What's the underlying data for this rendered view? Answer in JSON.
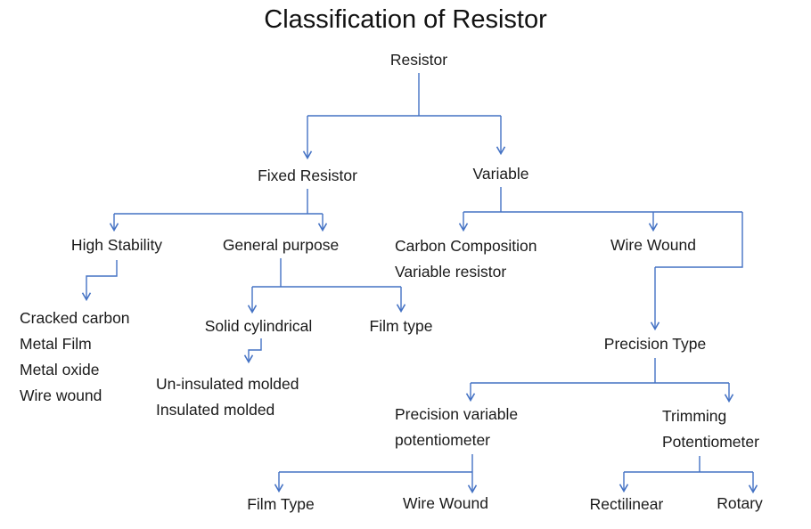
{
  "title": "Classification of Resistor",
  "colors": {
    "line": "#4472C4",
    "text": "#1a1a1a"
  },
  "nodes": {
    "resistor": "Resistor",
    "fixed_resistor": "Fixed Resistor",
    "variable": "Variable",
    "high_stability": "High Stability",
    "general_purpose": "General purpose",
    "carbon_composition": "Carbon Composition\nVariable resistor",
    "wire_wound": "Wire Wound",
    "high_stability_types": "Cracked carbon\nMetal Film\nMetal oxide\nWire wound",
    "solid_cylindrical": "Solid cylindrical",
    "film_type": "Film type",
    "molded_types": "Un-insulated molded\nInsulated molded",
    "precision_type": "Precision Type",
    "precision_variable_potentiometer": "Precision variable\npotentiometer",
    "trimming_potentiometer": "Trimming\nPotentiometer",
    "film_type_2": "Film Type",
    "wire_wound_2": "Wire Wound",
    "rectilinear": "Rectilinear",
    "rotary": "Rotary"
  }
}
